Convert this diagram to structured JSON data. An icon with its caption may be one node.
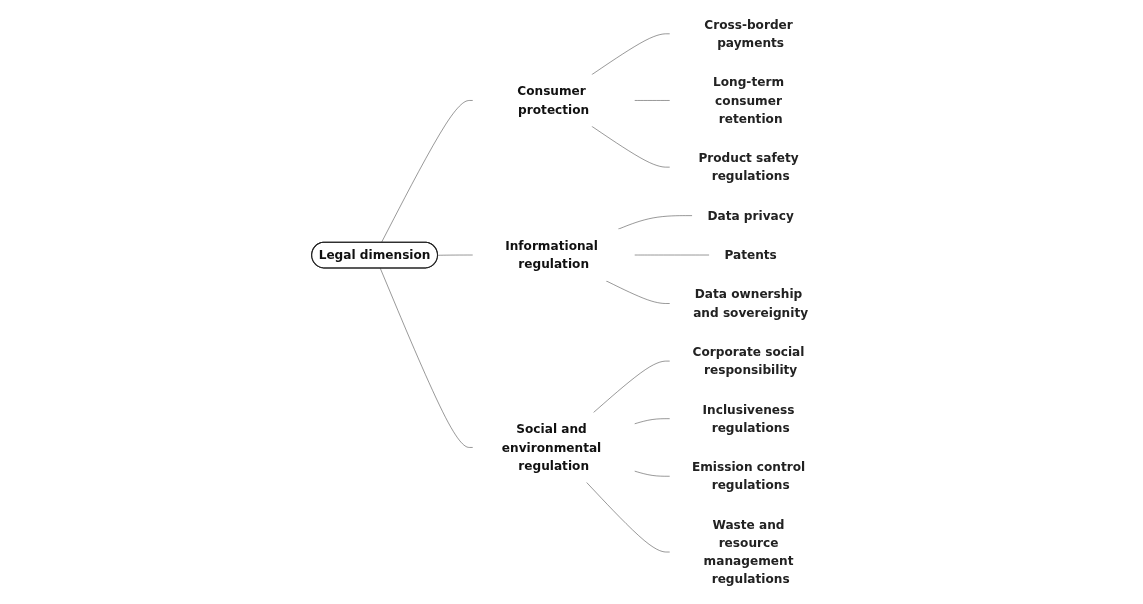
{
  "diagram": {
    "nodes": [
      {
        "text": [
          "Legal dimension"
        ]
      },
      {
        "text": [
          "Consumer protection"
        ]
      },
      {
        "text": [
          "Cross-border payments"
        ]
      },
      {
        "text": [
          "Long-term consumer retention"
        ]
      },
      {
        "text": [
          "Product safety regulations"
        ]
      },
      {
        "text": [
          "Informational regulation"
        ]
      },
      {
        "text": [
          "Data privacy"
        ]
      },
      {
        "text": [
          "Patents"
        ]
      },
      {
        "text": [
          "Data ownership and sovereignity"
        ]
      },
      {
        "text": [
          "Social and environmental regulation"
        ]
      },
      {
        "text": [
          "Corporate social responsibility"
        ]
      },
      {
        "text": [
          "Inclusiveness regulations"
        ]
      },
      {
        "text": [
          "Emission control regulations"
        ]
      },
      {
        "text": [
          "Waste and resource management regulations"
        ]
      }
    ],
    "edges": [
      {
        "from": 0,
        "to": 1,
        "arrow": "none"
      },
      {
        "from": 1,
        "to": 2,
        "arrow": "none"
      },
      {
        "from": 1,
        "to": 3,
        "arrow": "none"
      },
      {
        "from": 1,
        "to": 4,
        "arrow": "none"
      },
      {
        "from": 0,
        "to": 5,
        "arrow": "none"
      },
      {
        "from": 5,
        "to": 6,
        "arrow": "none"
      },
      {
        "from": 5,
        "to": 7,
        "arrow": "none"
      },
      {
        "from": 5,
        "to": 8,
        "arrow": "none"
      },
      {
        "from": 0,
        "to": 9,
        "arrow": "none"
      },
      {
        "from": 9,
        "to": 10,
        "arrow": "none"
      },
      {
        "from": 9,
        "to": 11,
        "arrow": "none"
      },
      {
        "from": 9,
        "to": 12,
        "arrow": "none"
      },
      {
        "from": 9,
        "to": 13,
        "arrow": "none"
      }
    ]
  }
}
